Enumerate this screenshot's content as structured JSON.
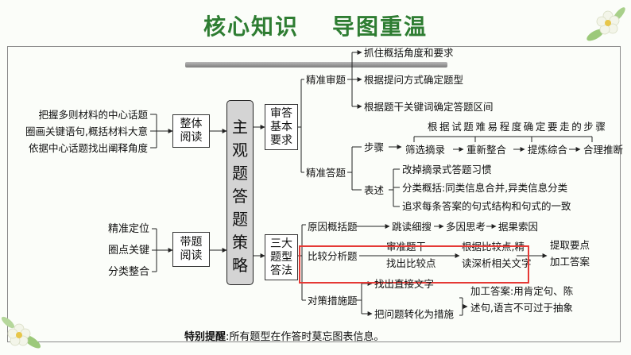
{
  "title": {
    "part1": "核心知识",
    "part2": "导图重温"
  },
  "center": {
    "chars": [
      "主",
      "观",
      "题",
      "答",
      "题",
      "策",
      "略"
    ]
  },
  "left": {
    "group1": {
      "items": [
        "把握多则材料的中心话题",
        "圈画关键语句,概括材料大意",
        "依据中心话题找出阐释角度"
      ],
      "box": [
        "整体",
        "阅读"
      ]
    },
    "group2": {
      "items": [
        "精准定位",
        "圈点关键",
        "分类整合"
      ],
      "box": [
        "带题",
        "阅读"
      ]
    }
  },
  "box_audit": [
    "审答",
    "基本",
    "要求"
  ],
  "box_types": [
    "三大",
    "题型",
    "答法"
  ],
  "jingzhun_shenti": {
    "label": "精准审题",
    "items": [
      "抓住概括角度和要求",
      "根据提问方式确定题型",
      "根据题干关键词确定答题区间"
    ]
  },
  "jingzhun_dati": {
    "label": "精准答题",
    "steps": {
      "label": "步骤",
      "note": "根据试题难易程度确定要走的步骤",
      "flow": [
        "筛选摘录",
        "重新整合",
        "提炼综合",
        "合理推断"
      ]
    },
    "expression": {
      "label": "表述",
      "items": [
        "改掉摘录式答题习惯",
        "分类概括:同类信息合并,异类信息分类",
        "追求每条答案的句式结构和句式的一致"
      ]
    }
  },
  "reason": {
    "label": "原因概括题",
    "flow": [
      "跳读细搜",
      "多因思考",
      "据果索因"
    ]
  },
  "compare": {
    "label": "比较分析题",
    "col1": [
      "审准题干",
      "找出比较点"
    ],
    "col2": [
      "根据比较点,精",
      "读深析相关文字"
    ],
    "col3": [
      "提取要点",
      "加工答案"
    ]
  },
  "measure": {
    "label": "对策措施题",
    "items": [
      "找出直接文字",
      "把问题转化为措施"
    ],
    "answer": [
      "加工答案:用肯定句、陈",
      "述句,语言不可过于抽象"
    ]
  },
  "note": {
    "label": "特别提醒",
    "text": ":所有题型在作答时莫忘图表信息。"
  },
  "colors": {
    "title": "#2e7d32",
    "highlight": "#e53935",
    "center_fill": "#d4d4d4"
  }
}
